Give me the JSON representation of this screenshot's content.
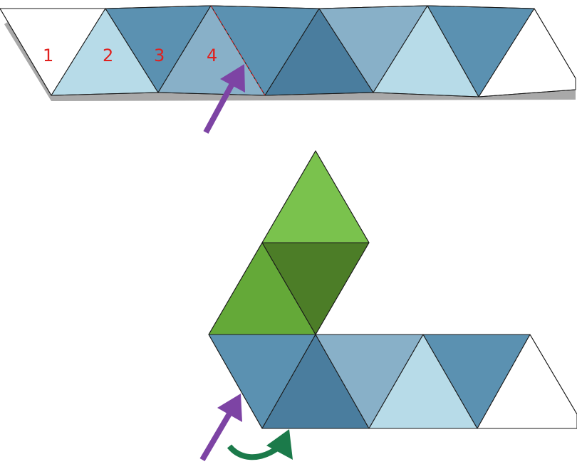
{
  "labels": {
    "face_1": "1",
    "face_2": "2",
    "face_3": "3",
    "face_4": "4"
  },
  "colors": {
    "paper": "#ffffff",
    "shadow": "#a9a9a9",
    "light_blue": "#b7dbe8",
    "mid_blue": "#88b0c8",
    "blue": "#5b91b1",
    "dark_blue": "#4a7d9e",
    "light_green": "#7ac24d",
    "green": "#64a938",
    "dark_green": "#4c7d27",
    "label_red": "#e0201e",
    "purple_arrow": "#7d44a4",
    "green_arrow": "#1b7a4a"
  },
  "icons": {
    "push_arrow": "purple-arrow-icon",
    "fold_arrow": "curved-green-arrow-icon"
  }
}
